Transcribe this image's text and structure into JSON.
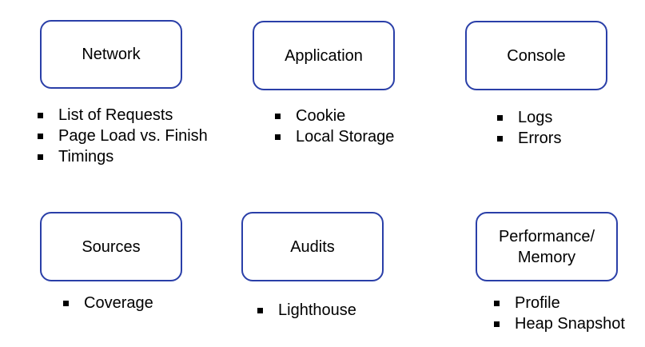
{
  "cards": [
    {
      "title": "Network",
      "bullets": [
        "List of Requests",
        "Page Load vs. Finish",
        "Timings"
      ]
    },
    {
      "title": "Application",
      "bullets": [
        "Cookie",
        "Local Storage"
      ]
    },
    {
      "title": "Console",
      "bullets": [
        "Logs",
        "Errors"
      ]
    },
    {
      "title": "Sources",
      "bullets": [
        "Coverage"
      ]
    },
    {
      "title": "Audits",
      "bullets": [
        "Lighthouse"
      ]
    },
    {
      "title": "Performance/\nMemory",
      "bullets": [
        "Profile",
        "Heap Snapshot"
      ]
    }
  ]
}
